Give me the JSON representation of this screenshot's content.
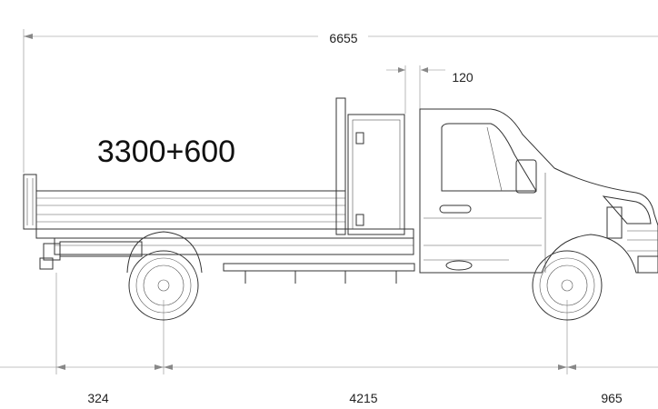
{
  "dimensions": {
    "overall_length": "6655",
    "cab_gap": "120",
    "rear_overhang": "324",
    "wheelbase": "4215",
    "front_overhang": "965"
  },
  "body_label": "3300+600"
}
